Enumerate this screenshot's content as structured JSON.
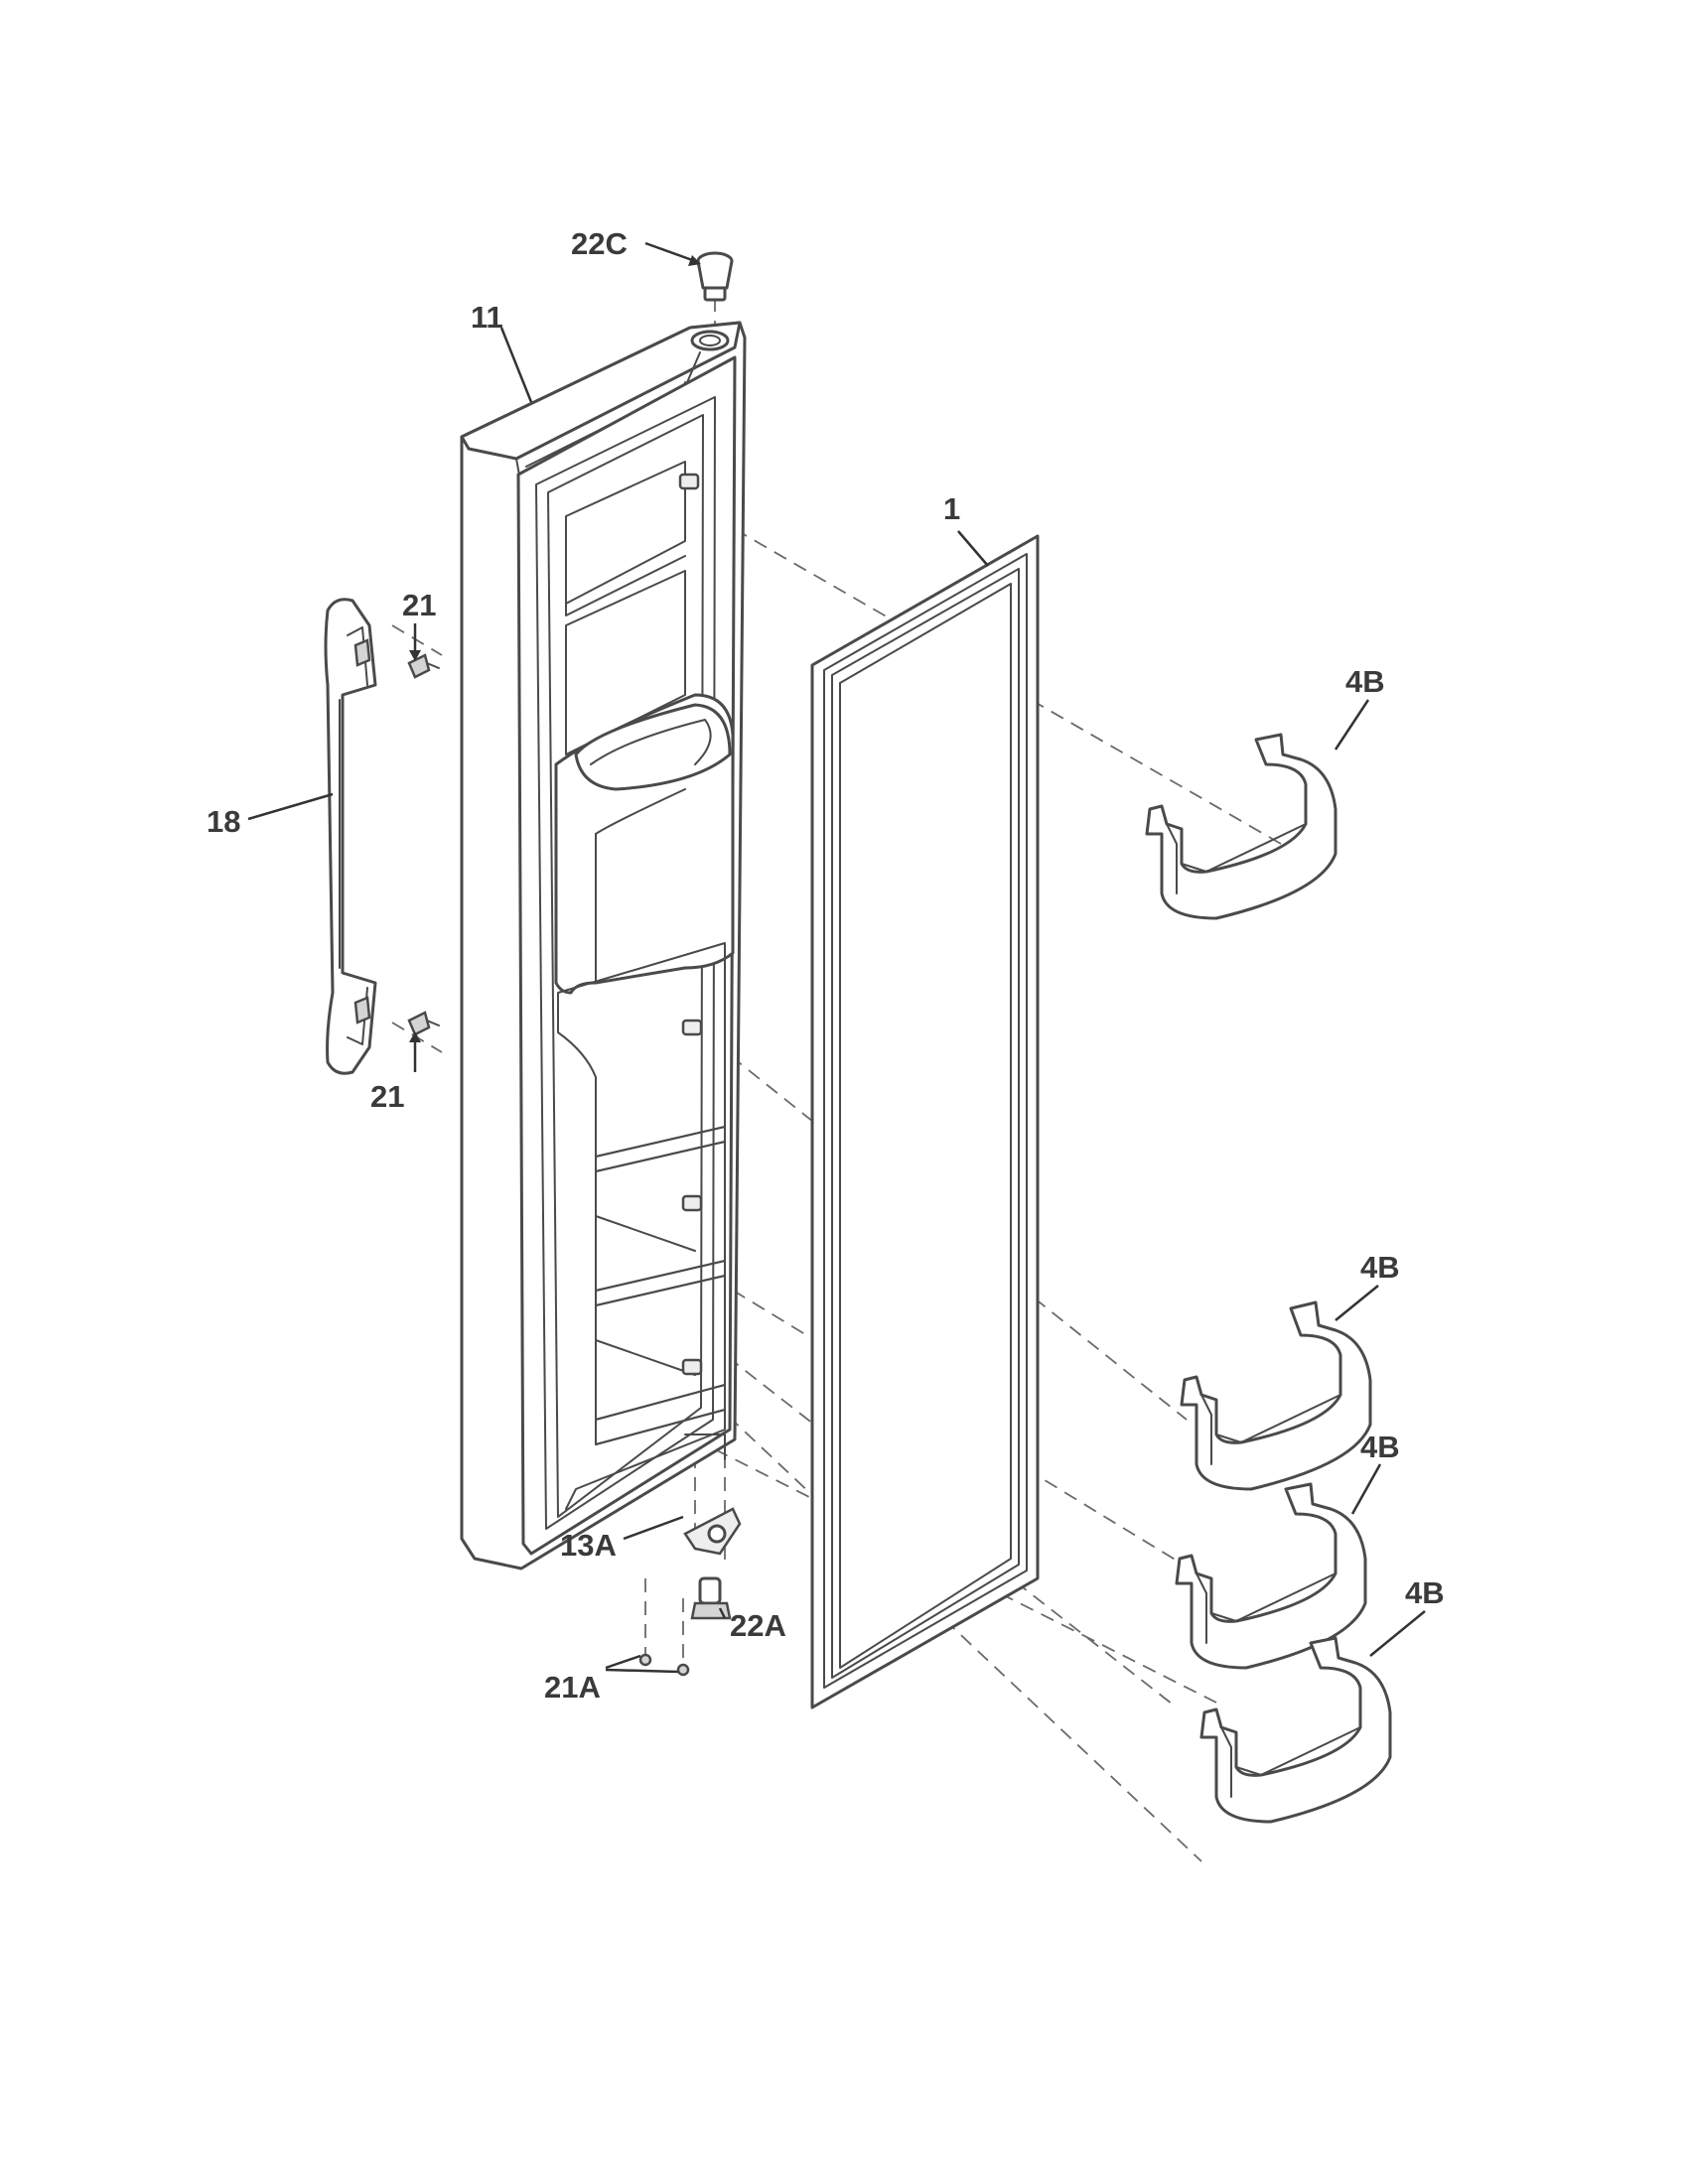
{
  "callouts": {
    "c22C": "22C",
    "c11": "11",
    "c1": "1",
    "c4B_top": "4B",
    "c21_upper": "21",
    "c18": "18",
    "c21_lower": "21",
    "c4B_second": "4B",
    "c4B_third": "4B",
    "c4B_bottom": "4B",
    "c13A": "13A",
    "c22A": "22A",
    "c21A": "21A"
  }
}
